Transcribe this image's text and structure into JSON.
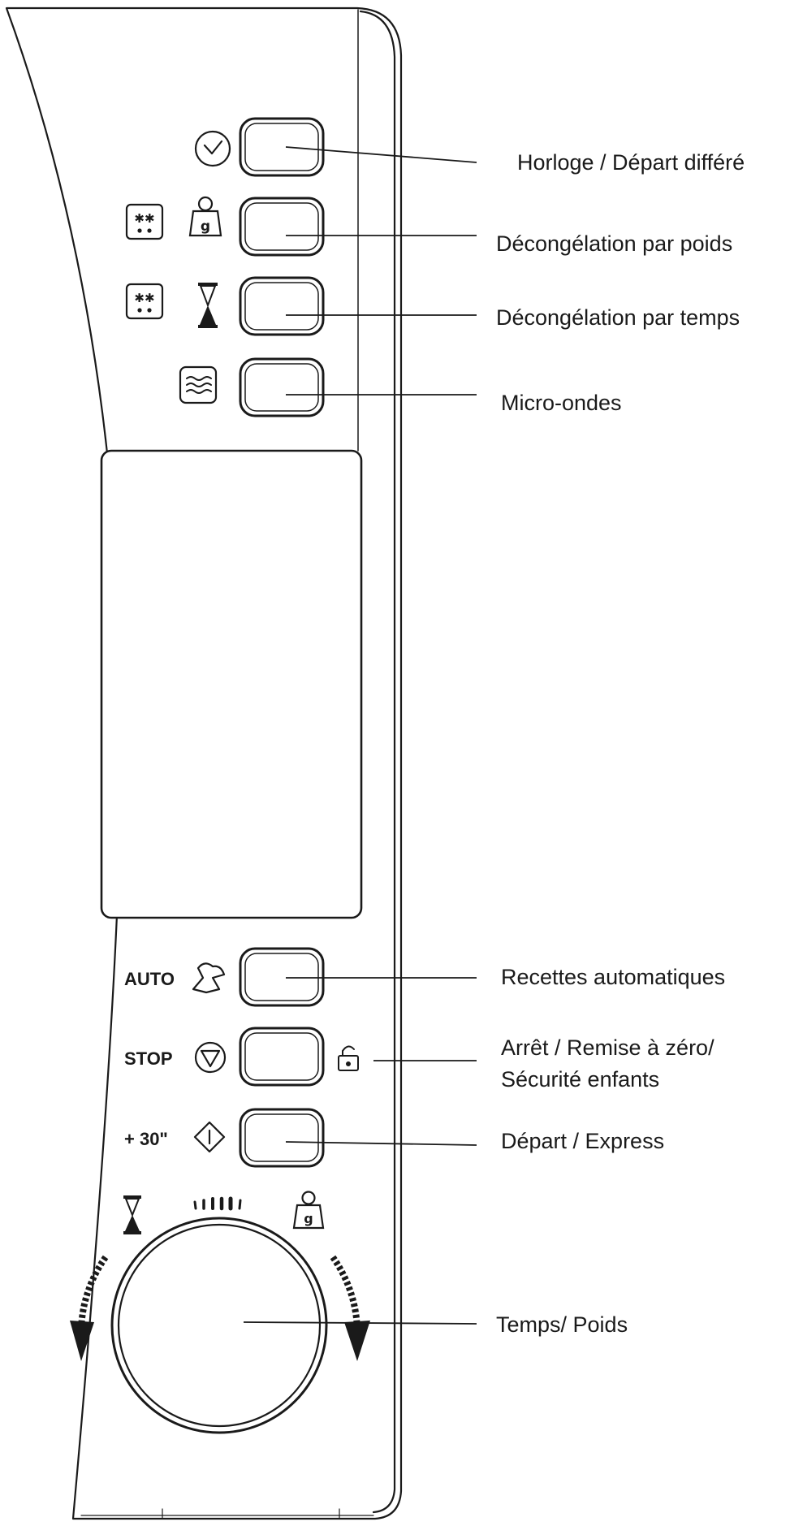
{
  "labels": {
    "clock": "Horloge / Départ différé",
    "defrost_weight": "Décongélation par poids",
    "defrost_time": "Décongélation par temps",
    "microwave": "Micro-ondes",
    "auto_recipes": "Recettes automatiques",
    "stop_line1": "Arrêt / Remise à zéro/",
    "stop_line2": "Sécurité enfants",
    "start": "Départ / Express",
    "dial": "Temps/ Poids"
  },
  "buttons": {
    "auto": "AUTO",
    "stop": "STOP",
    "plus30": "+ 30\""
  },
  "icons": {
    "clock": "clock-icon",
    "snowflake": "defrost-icon",
    "weight": "weight-icon",
    "hourglass": "hourglass-icon",
    "waves": "microwave-waves-icon",
    "chef": "chef-hat-icon",
    "stop": "stop-triangle-icon",
    "start": "start-diamond-icon",
    "lock": "lock-icon"
  },
  "colors": {
    "ink": "#1a1a1a",
    "background": "#ffffff"
  }
}
